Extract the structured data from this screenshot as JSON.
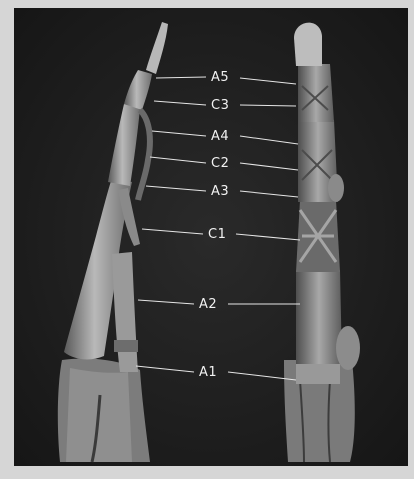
{
  "labels": {
    "a5": "A5",
    "c3": "C3",
    "a4": "A4",
    "c2": "C2",
    "a3": "A3",
    "c1": "C1",
    "a2": "A2",
    "a1": "A1"
  }
}
